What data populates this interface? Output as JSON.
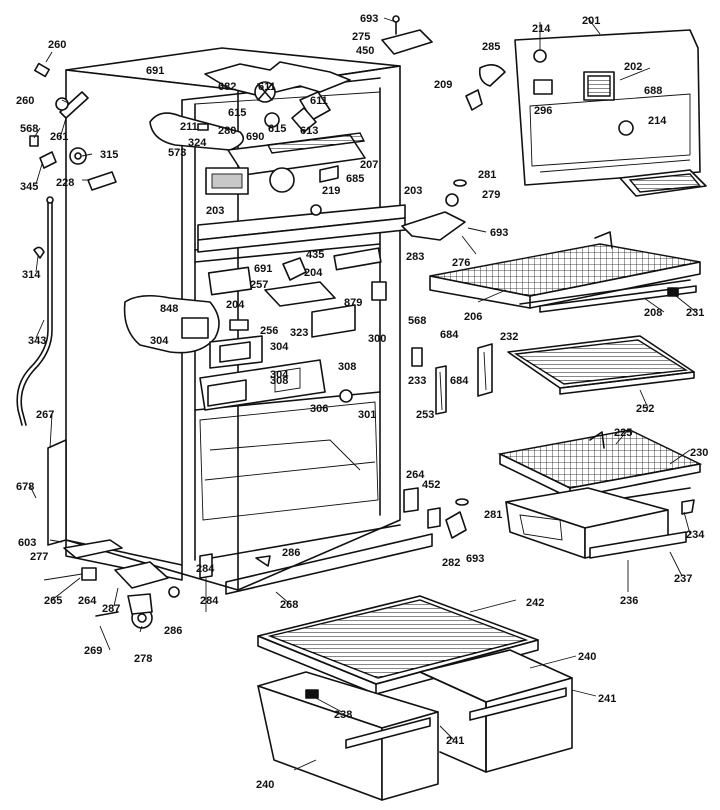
{
  "diagram": {
    "labels": [
      "693",
      "275",
      "450",
      "260",
      "691",
      "285",
      "214",
      "201",
      "260",
      "682",
      "611",
      "202",
      "209",
      "568",
      "211",
      "280",
      "615",
      "611",
      "296",
      "688",
      "261",
      "573",
      "324",
      "690",
      "615",
      "613",
      "214",
      "345",
      "315",
      "228",
      "207",
      "685",
      "281",
      "279",
      "219",
      "203",
      "203",
      "693",
      "276",
      "283",
      "435",
      "204",
      "691",
      "314",
      "257",
      "204",
      "848",
      "879",
      "568",
      "206",
      "208",
      "231",
      "256",
      "323",
      "304",
      "232",
      "304",
      "300",
      "684",
      "233",
      "304",
      "308",
      "684",
      "252",
      "308",
      "253",
      "301",
      "306",
      "343",
      "225",
      "267",
      "264",
      "230",
      "452",
      "281",
      "678",
      "282",
      "603",
      "234",
      "693",
      "277",
      "284",
      "286",
      "286",
      "284",
      "264",
      "237",
      "287",
      "236",
      "242",
      "265",
      "268",
      "269",
      "278",
      "240",
      "241",
      "238",
      "241",
      "240"
    ]
  }
}
